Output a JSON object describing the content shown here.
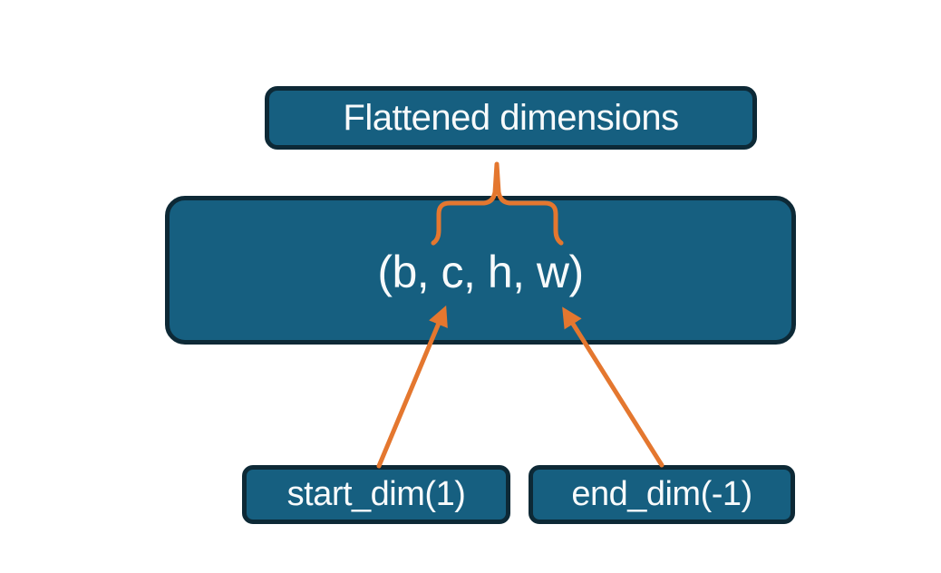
{
  "diagram": {
    "title": "Tensor flatten dimensions diagram",
    "nodes": {
      "flattened": {
        "label": "Flattened dimensions"
      },
      "tensor": {
        "label": "(b, c, h, w)"
      },
      "start_dim": {
        "label": "start_dim(1)"
      },
      "end_dim": {
        "label": "end_dim(-1)"
      }
    },
    "connectors": {
      "brace": "brace spanning flattened dims (c, h, w) linking up to Flattened dimensions box",
      "start_arrow": "arrow from start_dim(1) box to dimension c",
      "end_arrow": "arrow from end_dim(-1) box to dimension w"
    },
    "colors": {
      "background": "#ffffff",
      "box_fill": "#165f80",
      "box_border": "#0d2936",
      "accent_orange": "#e4772f",
      "text": "#f7fafb"
    }
  }
}
